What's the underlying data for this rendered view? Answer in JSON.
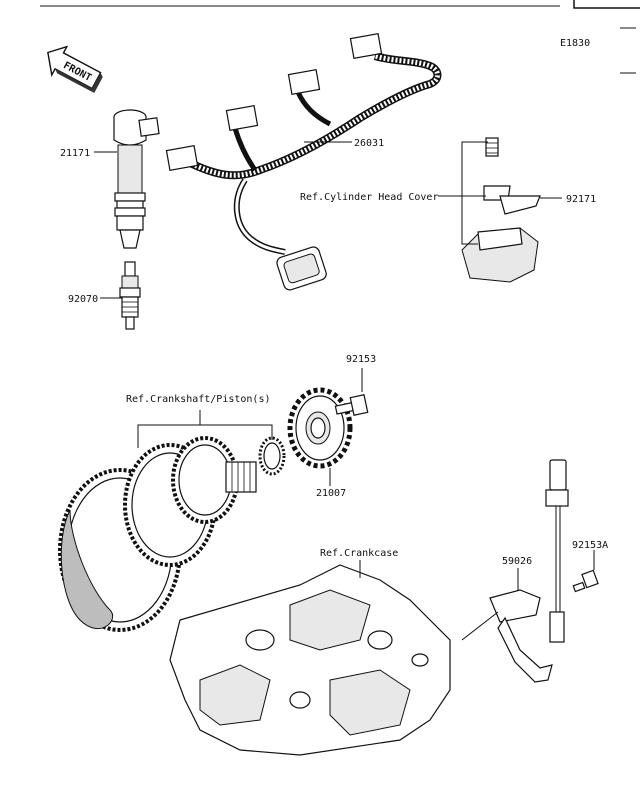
{
  "diagram": {
    "code": "E1830",
    "front_label": "FRONT",
    "labels": {
      "coil": "21171",
      "plug": "92070",
      "harness": "26031",
      "cyl_head_ref": "Ref.Cylinder Head Cover",
      "bracket": "92171",
      "bolt_top": "92153",
      "crank_ref": "Ref.Crankshaft/Piston(s)",
      "rotor": "21007",
      "crankcase_ref": "Ref.Crankcase",
      "sensor": "59026",
      "bolt_right": "92153A"
    }
  }
}
